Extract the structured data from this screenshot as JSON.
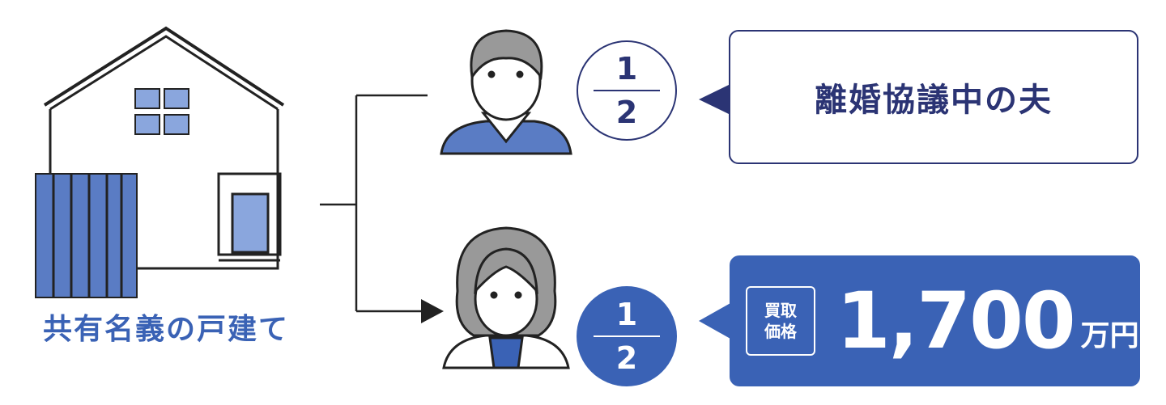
{
  "house": {
    "label": "共有名義の戸建て"
  },
  "owners": [
    {
      "share_numerator": "1",
      "share_denominator": "2",
      "description": "離婚協議中の夫"
    },
    {
      "share_numerator": "1",
      "share_denominator": "2",
      "tag_line1": "買取",
      "tag_line2": "価格",
      "price": "1,700",
      "unit": "万円"
    }
  ],
  "colors": {
    "navy": "#2b3474",
    "blue": "#3a62b5",
    "light_blue": "#8aa6dd"
  }
}
